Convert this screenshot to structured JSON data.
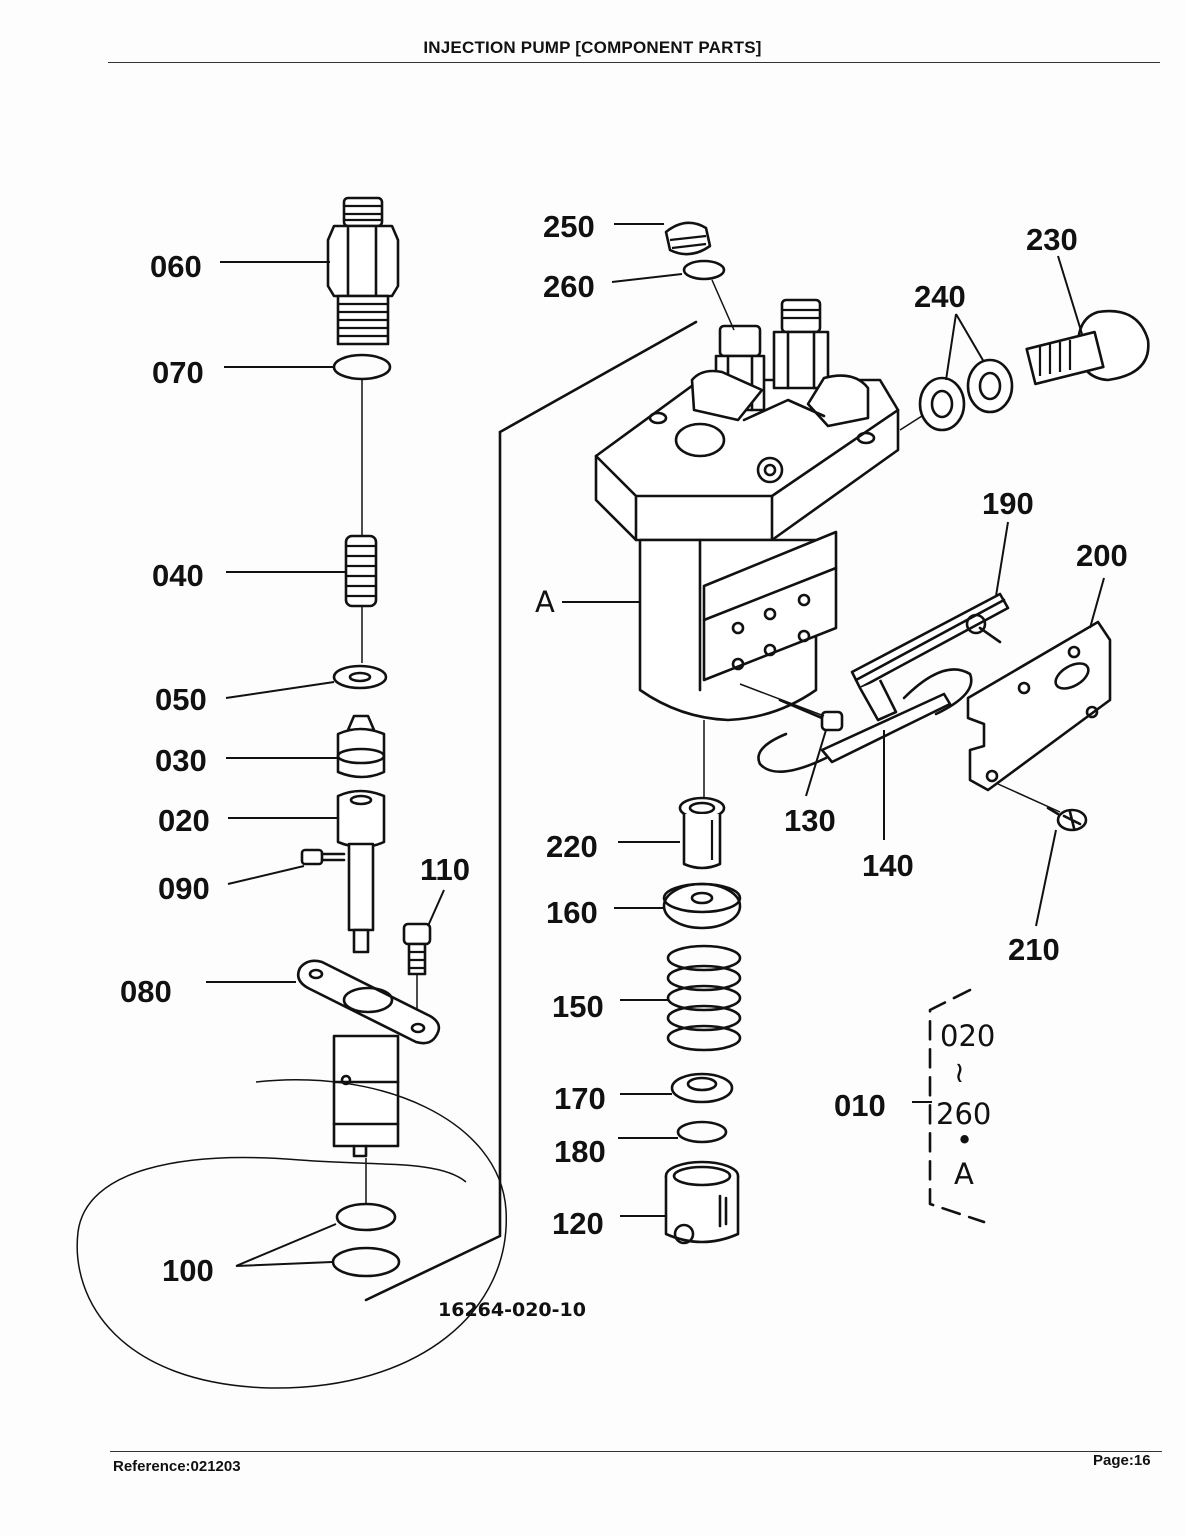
{
  "header": {
    "title": "INJECTION PUMP [COMPONENT PARTS]"
  },
  "footer": {
    "reference": "Reference:021203",
    "page": "Page:16"
  },
  "diagram": {
    "drawing_number": "16264-020-10",
    "callouts": {
      "c060": "060",
      "c070": "070",
      "c040": "040",
      "c050": "050",
      "c030": "030",
      "c020": "020",
      "c090": "090",
      "c110": "110",
      "c080": "080",
      "c100": "100",
      "c250": "250",
      "c260": "260",
      "c230": "230",
      "c240": "240",
      "cA": "A",
      "c190": "190",
      "c200": "200",
      "c130": "130",
      "c140": "140",
      "c220": "220",
      "c160": "160",
      "c150": "150",
      "c170": "170",
      "c180": "180",
      "c120": "120",
      "c210": "210",
      "c010": "010"
    },
    "assembly_note": {
      "from": "020",
      "tilde": "≀",
      "to": "260",
      "dot": "•",
      "plus": "A"
    }
  }
}
